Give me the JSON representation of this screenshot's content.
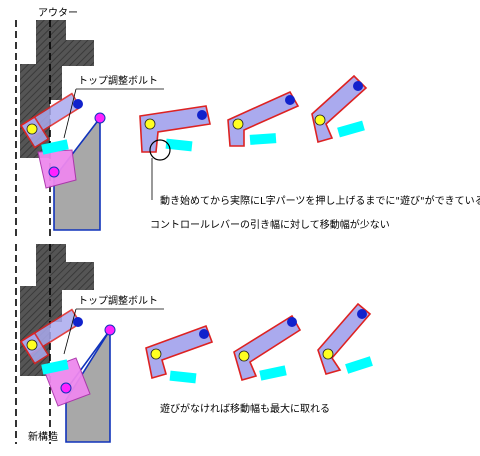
{
  "labels": {
    "outer": "アウター",
    "top_bolt_1": "トップ調整ボルト",
    "top_bolt_2": "トップ調整ボルト",
    "play_note": "動き始めてから実際にL字パーツを押し上げるまでに\"遊び\"ができている",
    "travel_note": "コントロールレバーの引き幅に対して移動幅が少ない",
    "no_play_note": "遊びがなければ移動幅も最大に取れる",
    "new_design": "新構造"
  },
  "colors": {
    "housing": "#555555",
    "lever_fill": "#aaaaee",
    "lever_outline": "#dd2222",
    "pivot_yellow": "#ffff22",
    "pin_blue": "#1122cc",
    "pad_cyan": "#00ffff",
    "block_pink": "#ee88ee",
    "plate_gray": "#a8a8a8",
    "plate_outline": "#1133bb",
    "magenta": "#ff22ff"
  }
}
